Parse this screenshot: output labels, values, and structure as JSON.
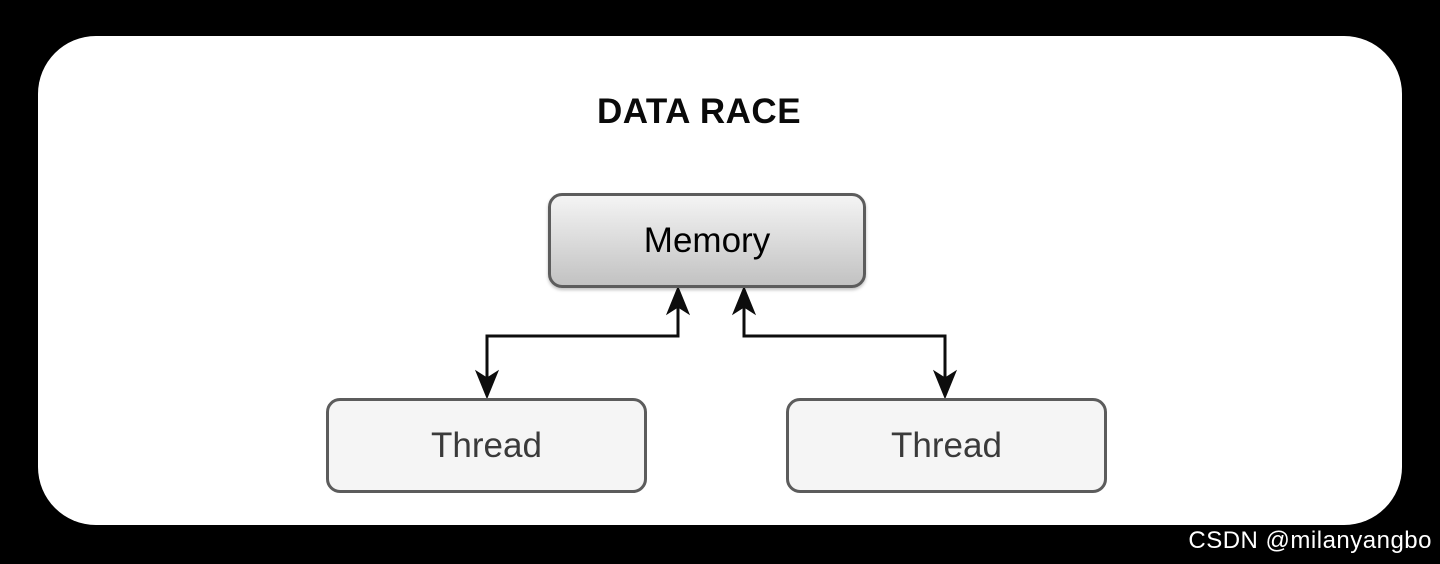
{
  "diagram": {
    "title": "DATA RACE",
    "nodes": {
      "memory": {
        "label": "Memory"
      },
      "thread_left": {
        "label": "Thread"
      },
      "thread_right": {
        "label": "Thread"
      }
    },
    "edges": [
      {
        "from": "thread_left",
        "to": "memory",
        "style": "elbow",
        "bidirectional": true
      },
      {
        "from": "thread_right",
        "to": "memory",
        "style": "elbow",
        "bidirectional": true
      }
    ],
    "colors": {
      "page_background": "#000000",
      "card_background": "#ffffff",
      "memory_gradient_top": "#f4f4f4",
      "memory_gradient_bottom": "#c2c2c2",
      "thread_fill": "#f5f5f5",
      "node_border": "#5c5c5c",
      "arrow": "#0d0d0d",
      "title_text": "#0a0a0a",
      "node_text": "#3a3a3a"
    }
  },
  "watermark": {
    "text": "CSDN @milanyangbo"
  }
}
